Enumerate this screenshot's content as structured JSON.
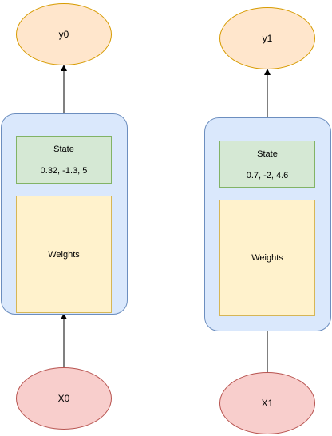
{
  "units": [
    {
      "output": "y0",
      "state_label": "State",
      "state_values": "0.32, -1.3, 5",
      "weights_label": "Weights",
      "input": "X0"
    },
    {
      "output": "y1",
      "state_label": "State",
      "state_values": "0.7, -2, 4.6",
      "weights_label": "Weights",
      "input": "X1"
    }
  ],
  "colors": {
    "output_fill": "#ffe6cc",
    "output_stroke": "#d79b00",
    "input_fill": "#f8cecc",
    "input_stroke": "#b85450",
    "cell_fill": "#dae8fc",
    "cell_stroke": "#6c8ebf",
    "state_fill": "#d5e8d4",
    "state_stroke": "#82b366",
    "weights_fill": "#fff2cc",
    "weights_stroke": "#d6b656"
  }
}
